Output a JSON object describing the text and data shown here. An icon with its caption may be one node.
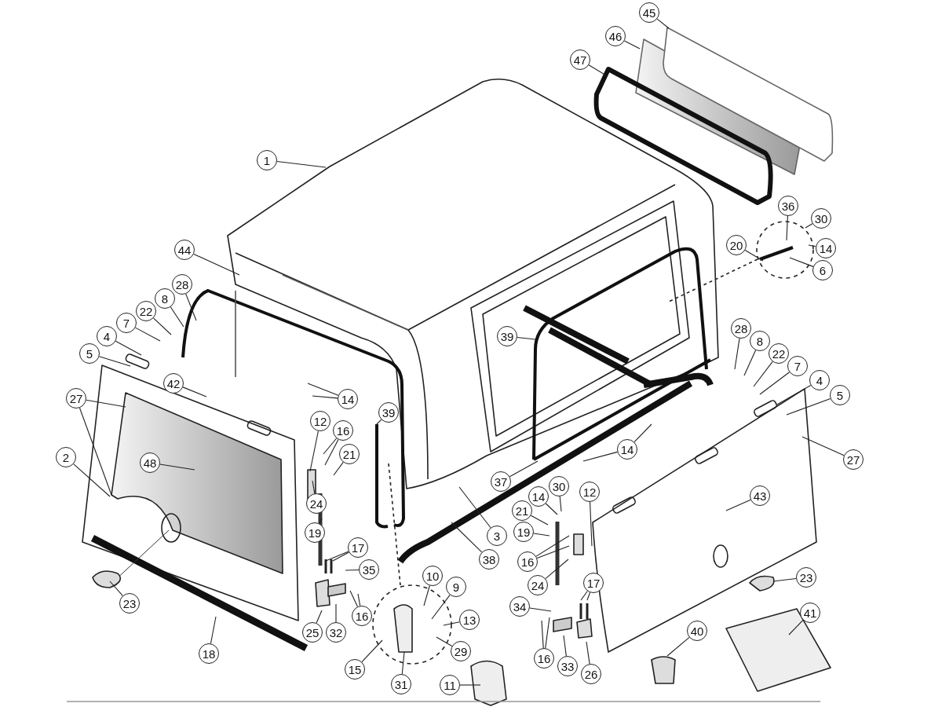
{
  "diagram": {
    "nodes": [
      {
        "text": [
          "45"
        ]
      },
      {
        "text": [
          "46"
        ]
      },
      {
        "text": [
          "47"
        ]
      },
      {
        "text": [
          "1"
        ]
      },
      {
        "text": [
          "36"
        ]
      },
      {
        "text": [
          "30"
        ]
      },
      {
        "text": [
          "20"
        ]
      },
      {
        "text": [
          "14"
        ]
      },
      {
        "text": [
          "6"
        ]
      },
      {
        "text": [
          "44"
        ]
      },
      {
        "text": [
          "28"
        ]
      },
      {
        "text": [
          "8"
        ]
      },
      {
        "text": [
          "22"
        ]
      },
      {
        "text": [
          "7"
        ]
      },
      {
        "text": [
          "4"
        ]
      },
      {
        "text": [
          "5"
        ]
      },
      {
        "text": [
          "28"
        ]
      },
      {
        "text": [
          "39"
        ]
      },
      {
        "text": [
          "8"
        ]
      },
      {
        "text": [
          "22"
        ]
      },
      {
        "text": [
          "7"
        ]
      },
      {
        "text": [
          "4"
        ]
      },
      {
        "text": [
          "5"
        ]
      },
      {
        "text": [
          "42"
        ]
      },
      {
        "text": [
          "14"
        ]
      },
      {
        "text": [
          "27"
        ]
      },
      {
        "text": [
          "39"
        ]
      },
      {
        "text": [
          "12"
        ]
      },
      {
        "text": [
          "16"
        ]
      },
      {
        "text": [
          "21"
        ]
      },
      {
        "text": [
          "14"
        ]
      },
      {
        "text": [
          "48"
        ]
      },
      {
        "text": [
          "27"
        ]
      },
      {
        "text": [
          "2"
        ]
      },
      {
        "text": [
          "37"
        ]
      },
      {
        "text": [
          "14"
        ]
      },
      {
        "text": [
          "30"
        ]
      },
      {
        "text": [
          "12"
        ]
      },
      {
        "text": [
          "43"
        ]
      },
      {
        "text": [
          "21"
        ]
      },
      {
        "text": [
          "19"
        ]
      },
      {
        "text": [
          "3"
        ]
      },
      {
        "text": [
          "19"
        ]
      },
      {
        "text": [
          "17"
        ]
      },
      {
        "text": [
          "16"
        ]
      },
      {
        "text": [
          "38"
        ]
      },
      {
        "text": [
          "35"
        ]
      },
      {
        "text": [
          "10"
        ]
      },
      {
        "text": [
          "17"
        ]
      },
      {
        "text": [
          "23"
        ]
      },
      {
        "text": [
          "24"
        ]
      },
      {
        "text": [
          "9"
        ]
      },
      {
        "text": [
          "34"
        ]
      },
      {
        "text": [
          "16"
        ]
      },
      {
        "text": [
          "23"
        ]
      },
      {
        "text": [
          "40"
        ]
      },
      {
        "text": [
          "41"
        ]
      },
      {
        "text": [
          "13"
        ]
      },
      {
        "text": [
          "25"
        ]
      },
      {
        "text": [
          "32"
        ]
      },
      {
        "text": [
          "29"
        ]
      },
      {
        "text": [
          "18"
        ]
      },
      {
        "text": [
          "16"
        ]
      },
      {
        "text": [
          "33"
        ]
      },
      {
        "text": [
          "26"
        ]
      },
      {
        "text": [
          "15"
        ]
      },
      {
        "text": [
          "31"
        ]
      },
      {
        "text": [
          "11"
        ]
      },
      {
        "text": [
          "24"
        ]
      }
    ],
    "edges": [
      {
        "from": 0,
        "to": null,
        "arrow": "none"
      },
      {
        "from": 1,
        "to": null,
        "arrow": "none"
      },
      {
        "from": 2,
        "to": null,
        "arrow": "none"
      },
      {
        "from": 3,
        "to": null,
        "arrow": "none"
      },
      {
        "from": 4,
        "to": null,
        "arrow": "none"
      },
      {
        "from": 5,
        "to": null,
        "arrow": "none"
      },
      {
        "from": 6,
        "to": null,
        "arrow": "none"
      },
      {
        "from": 7,
        "to": null,
        "arrow": "none"
      },
      {
        "from": 8,
        "to": null,
        "arrow": "none"
      },
      {
        "from": 9,
        "to": null,
        "arrow": "none"
      },
      {
        "from": 10,
        "to": null,
        "arrow": "none"
      },
      {
        "from": 11,
        "to": null,
        "arrow": "none"
      },
      {
        "from": 12,
        "to": null,
        "arrow": "none"
      },
      {
        "from": 13,
        "to": null,
        "arrow": "none"
      },
      {
        "from": 14,
        "to": null,
        "arrow": "none"
      },
      {
        "from": 15,
        "to": null,
        "arrow": "none"
      },
      {
        "from": 16,
        "to": null,
        "arrow": "none"
      },
      {
        "from": 17,
        "to": null,
        "arrow": "none"
      },
      {
        "from": 18,
        "to": null,
        "arrow": "none"
      },
      {
        "from": 19,
        "to": null,
        "arrow": "none"
      },
      {
        "from": 20,
        "to": null,
        "arrow": "none"
      },
      {
        "from": 21,
        "to": null,
        "arrow": "none"
      },
      {
        "from": 22,
        "to": null,
        "arrow": "none"
      },
      {
        "from": 23,
        "to": null,
        "arrow": "none"
      },
      {
        "from": 24,
        "to": null,
        "arrow": "none"
      },
      {
        "from": 24,
        "to": null,
        "arrow": "none"
      },
      {
        "from": 25,
        "to": null,
        "arrow": "none"
      },
      {
        "from": 25,
        "to": null,
        "arrow": "none"
      },
      {
        "from": 26,
        "to": null,
        "arrow": "none"
      },
      {
        "from": 27,
        "to": null,
        "arrow": "none"
      },
      {
        "from": 28,
        "to": null,
        "arrow": "none"
      },
      {
        "from": 28,
        "to": null,
        "arrow": "none"
      },
      {
        "from": 29,
        "to": null,
        "arrow": "none"
      },
      {
        "from": 30,
        "to": null,
        "arrow": "none"
      },
      {
        "from": 30,
        "to": null,
        "arrow": "none"
      },
      {
        "from": 31,
        "to": null,
        "arrow": "none"
      },
      {
        "from": 32,
        "to": null,
        "arrow": "none"
      },
      {
        "from": 33,
        "to": null,
        "arrow": "none"
      },
      {
        "from": 34,
        "to": null,
        "arrow": "none"
      },
      {
        "from": 35,
        "to": null,
        "arrow": "none"
      },
      {
        "from": 36,
        "to": null,
        "arrow": "none"
      },
      {
        "from": 37,
        "to": null,
        "arrow": "none"
      },
      {
        "from": 38,
        "to": null,
        "arrow": "none"
      },
      {
        "from": 39,
        "to": null,
        "arrow": "none"
      },
      {
        "from": 40,
        "to": null,
        "arrow": "none"
      },
      {
        "from": 41,
        "to": null,
        "arrow": "none"
      },
      {
        "from": 42,
        "to": null,
        "arrow": "none"
      },
      {
        "from": 43,
        "to": null,
        "arrow": "none"
      },
      {
        "from": 43,
        "to": null,
        "arrow": "none"
      },
      {
        "from": 44,
        "to": null,
        "arrow": "none"
      },
      {
        "from": 44,
        "to": null,
        "arrow": "none"
      },
      {
        "from": 45,
        "to": null,
        "arrow": "none"
      },
      {
        "from": 46,
        "to": null,
        "arrow": "none"
      },
      {
        "from": 47,
        "to": null,
        "arrow": "none"
      },
      {
        "from": 48,
        "to": null,
        "arrow": "none"
      },
      {
        "from": 48,
        "to": null,
        "arrow": "none"
      },
      {
        "from": 49,
        "to": null,
        "arrow": "none"
      },
      {
        "from": 50,
        "to": null,
        "arrow": "none"
      },
      {
        "from": 51,
        "to": null,
        "arrow": "none"
      },
      {
        "from": 52,
        "to": null,
        "arrow": "none"
      },
      {
        "from": 53,
        "to": null,
        "arrow": "none"
      },
      {
        "from": 53,
        "to": null,
        "arrow": "none"
      },
      {
        "from": 54,
        "to": null,
        "arrow": "none"
      },
      {
        "from": 55,
        "to": null,
        "arrow": "none"
      },
      {
        "from": 56,
        "to": null,
        "arrow": "none"
      },
      {
        "from": 57,
        "to": null,
        "arrow": "none"
      },
      {
        "from": 58,
        "to": null,
        "arrow": "none"
      },
      {
        "from": 59,
        "to": null,
        "arrow": "none"
      },
      {
        "from": 60,
        "to": null,
        "arrow": "none"
      },
      {
        "from": 61,
        "to": null,
        "arrow": "none"
      },
      {
        "from": 62,
        "to": null,
        "arrow": "none"
      },
      {
        "from": 62,
        "to": null,
        "arrow": "none"
      },
      {
        "from": 63,
        "to": null,
        "arrow": "none"
      },
      {
        "from": 64,
        "to": null,
        "arrow": "none"
      },
      {
        "from": 65,
        "to": null,
        "arrow": "none"
      },
      {
        "from": 66,
        "to": null,
        "arrow": "none"
      },
      {
        "from": 67,
        "to": null,
        "arrow": "none"
      },
      {
        "from": 68,
        "to": null,
        "arrow": "none"
      }
    ]
  }
}
